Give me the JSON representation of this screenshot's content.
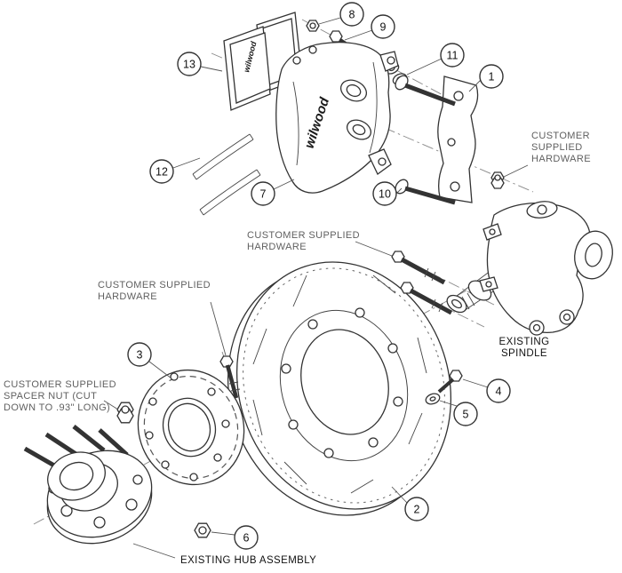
{
  "balloons": [
    {
      "label": "1"
    },
    {
      "label": "2"
    },
    {
      "label": "3"
    },
    {
      "label": "4"
    },
    {
      "label": "5"
    },
    {
      "label": "6"
    },
    {
      "label": "7"
    },
    {
      "label": "8"
    },
    {
      "label": "9"
    },
    {
      "label": "10"
    },
    {
      "label": "11"
    },
    {
      "label": "12"
    },
    {
      "label": "13"
    }
  ],
  "labels": {
    "customer_hw_right": {
      "l1": "CUSTOMER",
      "l2": "SUPPLIED",
      "l3": "HARDWARE"
    },
    "customer_hw_mid": {
      "l1": "CUSTOMER SUPPLIED",
      "l2": "HARDWARE"
    },
    "customer_hw_left": {
      "l1": "CUSTOMER SUPPLIED",
      "l2": "HARDWARE"
    },
    "spacer_nut": {
      "l1": "CUSTOMER SUPPLIED",
      "l2": "SPACER NUT (CUT",
      "l3": "DOWN TO .93\" LONG)"
    },
    "existing_spindle": {
      "l1": "EXISTING",
      "l2": "SPINDLE"
    },
    "existing_hub": "EXISTING HUB ASSEMBLY",
    "caliper_brand": "wilwood",
    "pad_brand": "wilwood"
  }
}
